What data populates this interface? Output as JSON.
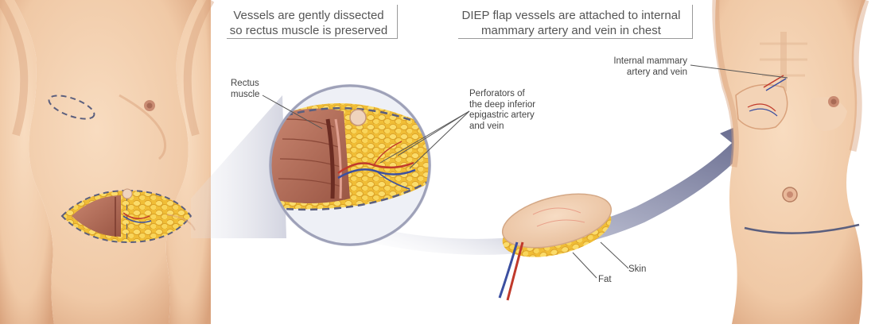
{
  "captions": {
    "dissection": [
      "Vessels are gently dissected",
      "so rectus muscle is preserved"
    ],
    "attachment": [
      "DIEP flap vessels are attached to internal",
      "mammary artery and vein in chest"
    ]
  },
  "labels": {
    "rectus": [
      "Rectus",
      "muscle"
    ],
    "perforators": [
      "Perforators of",
      "the deep inferior",
      "epigastric artery",
      "and vein"
    ],
    "internal_mammary": [
      "Internal mammary",
      "artery and vein"
    ],
    "skin": "Skin",
    "fat": "Fat"
  },
  "colors": {
    "skin": "#f0c9a6",
    "skin_shadow": "#d9a27c",
    "fat": "#f2c23a",
    "muscle": "#b9725f",
    "artery": "#c0392b",
    "vein": "#3b4fa0",
    "arrow": "#6f7394",
    "dashed_outline": "#5b5f7e"
  }
}
